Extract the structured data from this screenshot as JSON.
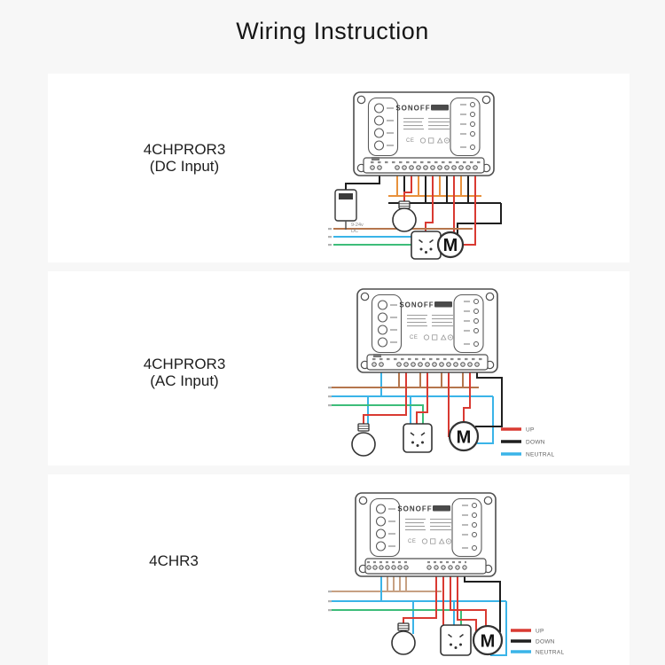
{
  "title": "Wiring Instruction",
  "sections": [
    {
      "name": "4CHPROR3 (DC Input)",
      "label_line1": "4CHPROR3",
      "label_line2": "(DC Input)"
    },
    {
      "name": "4CHPROR3 (AC Input)",
      "label_line1": "4CHPROR3",
      "label_line2": "(AC Input)"
    },
    {
      "name": "4CHR3",
      "label_line1": "4CHR3",
      "label_line2": ""
    }
  ],
  "device": {
    "brand": "SONOFF",
    "cert": "CE"
  },
  "adapter": {
    "label_line1": "9-24v",
    "label_line2": "DC"
  },
  "motor": {
    "label": "M"
  },
  "legend": {
    "items": [
      {
        "label": "UP",
        "color": "#d93a32"
      },
      {
        "label": "DOWN",
        "color": "#1f1f1f"
      },
      {
        "label": "NEUTRAL",
        "color": "#3ab4e8"
      }
    ]
  },
  "wire_colors": {
    "red": "#d93a32",
    "black": "#1f1f1f",
    "blue": "#3ab4e8",
    "green": "#3dbd7a",
    "orange": "#e8913c",
    "brown": "#b5764d",
    "tan": "#c7a183"
  }
}
